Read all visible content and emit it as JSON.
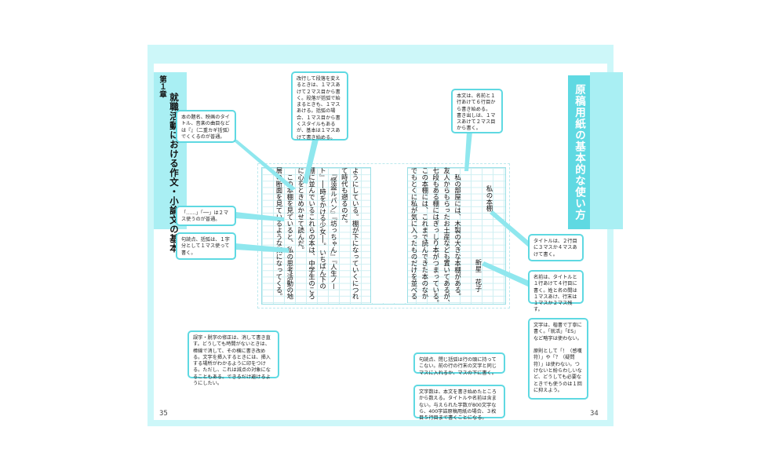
{
  "chapter": {
    "label": "第１章",
    "title": "就職活動における作文・小論文の基本"
  },
  "section": {
    "title": "原稿用紙の基本的な使い方"
  },
  "page_numbers": {
    "left": "35",
    "right": "34"
  },
  "manuscript": {
    "title": "私の本棚",
    "author": "新星　花子",
    "right_lines": [
      "　私の部屋には、木製の大きな本棚がある。",
      "友人からもらったお土産なども置いてあるが、",
      "七段もある棚にはぎっしり本がつまっている。",
      "この本棚には、これまで読んできた本のなか",
      "でもとくに私が気に入ったものだけを並べる"
    ],
    "left_lines": [
      "ようにしている。棚が下になっていくにつれ",
      "て時代も遡るのだ。",
      "　『怪盗ルパン』『坊っちゃん』『人生ノー",
      "ト』──時をかける少女──。いちばん下の",
      "棚に並んでいるこれらの本は、中学生のころ",
      "に心をときめかせて読んだ。",
      "　この本棚を見ていると、私の思考活動の地",
      "層の断面を見ているような気になってくる。"
    ]
  },
  "notes": {
    "title_font": "本の題名、映画のタイトル、音楽の曲目などは『』（二重カギ括弧）でくくるのが普通。",
    "indent": "改行して段落を変えるときは、１マスあけて２マス目から書く。段落が括弧で始まるときも、１マスあける。括弧の場合、１マス目から書くスタイルもあるが、基本は１マスあけて書き始める。",
    "body_start": "本文は、名前と１行あけて６行目から書き始める。\n書き出しは、１マスあけて２マス目から書く。",
    "dash": "「……」「──」は２マス使うのが普通。",
    "punct_single": "句読点、括弧は、１字分として１マス使って書く。",
    "title_rows": "タイトルは、２行目に３マスか４マスあけて書く。",
    "name_rows": "名前は、タイトルと１行あけて４行目に書く。姓と名の間は１マスあけ、行末は１マスか２マス残す。",
    "correction": "誤字・脱字の修正は、消して書き直す。どうしても時間がないときは、棒線で消して、その横に書き改める。文字を挿入するときには、挿入する場所がわかるように印をつける。ただし、これは減点の対象になることもある。できるだけ避けるようにしたい。",
    "punct_end": "句読点、閉じ括弧は行の頭に持ってこない。前の行の行末の文字と同じマスに入れるか、マスの下に書く。",
    "count": "文字数は、本文を書き始めたところから数える。タイトルや名前は含まない。与えられた字数が800文字なら、400字詰原稿用紙の場合、３枚目５行目まで書くことになる。",
    "writing": "文字は、楷書で丁寧に書く。「就活」「ES」など略字は使わない。\n\n原則として「！（感嘆符）」や「？（疑問符）」は使わない。つけないと紛らわしいなど、どうしても必要なときでも使うのは１回に抑えよう。"
  },
  "colors": {
    "background": "#cdf7f9",
    "accent": "#5fd9e2",
    "band": "#a9eff3",
    "grid": "#9adfe6"
  }
}
